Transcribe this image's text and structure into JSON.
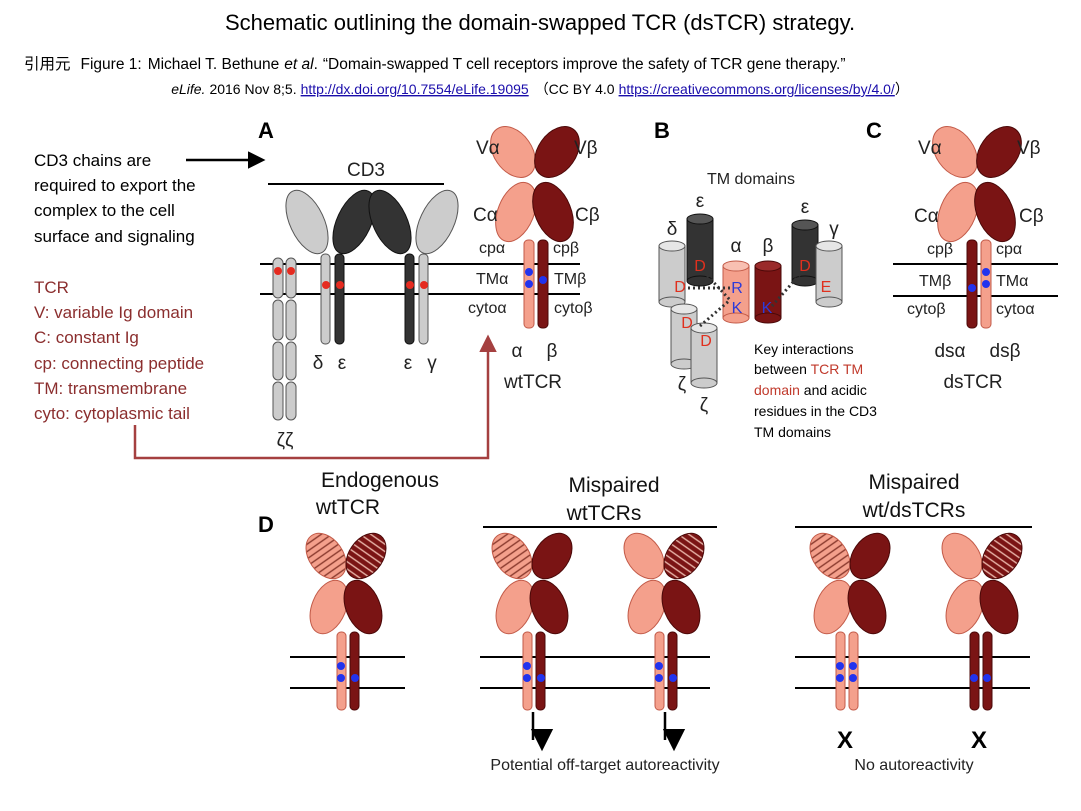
{
  "title": "Schematic outlining the domain-swapped TCR (dsTCR) strategy.",
  "citation": {
    "prefix": "引用元",
    "figure": "Figure 1",
    "sep": ":",
    "authors": "Michael T. Bethune",
    "etal": "et al",
    "dot": ".",
    "paper_title": "“Domain-swapped T cell receptors improve the safety of TCR gene therapy.”",
    "journal": "eLife.",
    "date": "2016 Nov 8;5.",
    "doi": "http://dx.doi.org/10.7554/eLife.19095",
    "license_open": "（CC BY 4.0",
    "license_url": "https://creativecommons.org/licenses/by/4.0/",
    "license_close": "）"
  },
  "panels": {
    "a": "A",
    "b": "B",
    "c": "C",
    "d": "D"
  },
  "cd3_note": [
    "CD3 chains are",
    "required to export the",
    "complex to the cell",
    "surface and signaling"
  ],
  "legend": [
    "TCR",
    "V: variable Ig domain",
    "C: constant Ig",
    "cp: connecting peptide",
    "TM: transmembrane",
    "cyto: cytoplasmic tail"
  ],
  "panel_a": {
    "cd3": "CD3",
    "zeta_pair": "ζζ",
    "delta": "δ",
    "eps1": "ε",
    "eps2": "ε",
    "gamma": "γ",
    "va": "Vα",
    "vb": "Vβ",
    "ca": "Cα",
    "cb": "Cβ",
    "cpa": "cpα",
    "cpb": "cpβ",
    "tma": "TMα",
    "tmb": "TMβ",
    "cytoa": "cytoα",
    "cytob": "cytoβ",
    "alpha": "α",
    "beta": "β",
    "name": "wtTCR"
  },
  "panel_b": {
    "tm_domains": "TM domains",
    "delta": "δ",
    "eps_left": "ε",
    "alpha": "α",
    "beta": "β",
    "eps_right": "ε",
    "gamma": "γ",
    "zeta1": "ζ",
    "zeta2": "ζ",
    "res_delta": "D",
    "res_eps_left": "D",
    "res_alpha_r": "R",
    "res_alpha_k": "K",
    "res_beta_k": "K",
    "res_eps_right": "D",
    "res_gamma": "E",
    "res_zeta1": "D",
    "res_zeta2": "D",
    "key_line1": "Key interactions",
    "key_line2_a": "between ",
    "key_line2_b": "TCR TM",
    "key_line3_a": "domain",
    "key_line3_b": " and acidic",
    "key_line4": "residues in the CD3",
    "key_line5": "TM domains"
  },
  "panel_c": {
    "va": "Vα",
    "vb": "Vβ",
    "ca": "Cα",
    "cb": "Cβ",
    "cpb": "cpβ",
    "cpa": "cpα",
    "tmb": "TMβ",
    "tma": "TMα",
    "cytob": "cytoβ",
    "cytoa": "cytoα",
    "dsa": "dsα",
    "dsb": "dsβ",
    "name": "dsTCR"
  },
  "panel_d": {
    "endo_line1": "Endogenous",
    "endo_line2": "wtTCR",
    "mis_wt_line1": "Mispaired",
    "mis_wt_line2": "wtTCRs",
    "mis_ds_line1": "Mispaired",
    "mis_ds_line2": "wt/dsTCRs",
    "caption_left": "Potential off-target autoreactivity",
    "caption_right": "No autoreactivity",
    "x1": "X",
    "x2": "X"
  },
  "colors": {
    "alpha_light": "#f4a08c",
    "alpha_edge": "#c25a48",
    "beta_dark": "#7a1414",
    "beta_edge": "#4a0808",
    "cd3_light": "#cccccc",
    "cd3_dark": "#333333",
    "arrow_red": "#a54040",
    "dot_red": "#e52b20",
    "dot_blue": "#2233ee"
  }
}
